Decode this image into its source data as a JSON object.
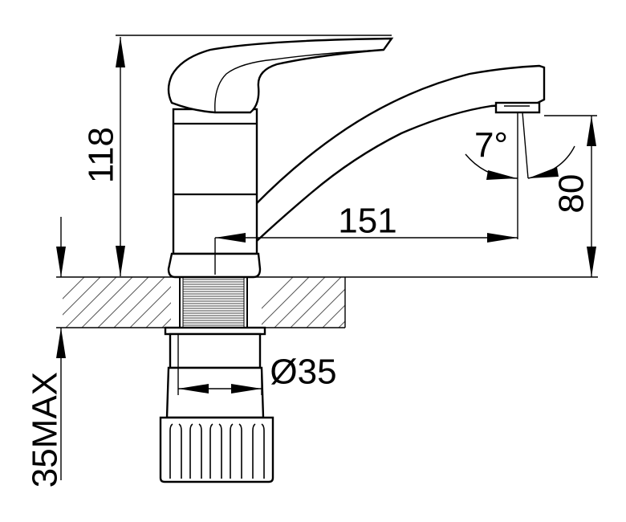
{
  "dimensions": {
    "height_label": "118",
    "reach_label": "151",
    "spout_height_label": "80",
    "angle_label": "7°",
    "diameter_label": "Ø35",
    "max_thickness_label": "35MAX"
  }
}
